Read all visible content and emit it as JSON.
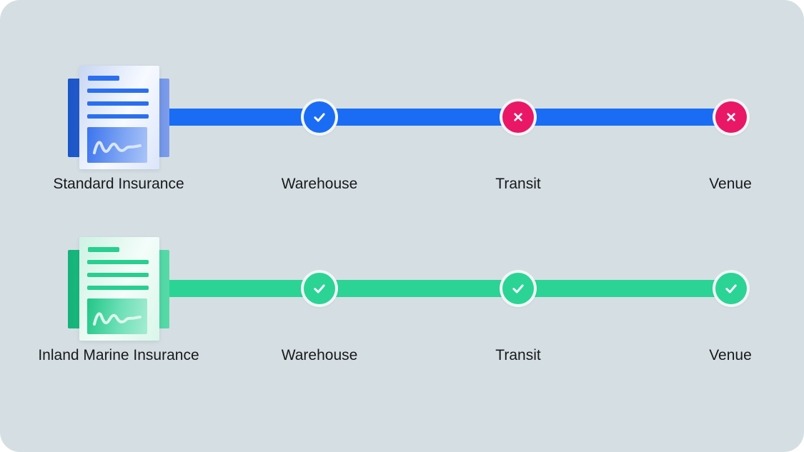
{
  "panel": {
    "background_color": "#d5dfe3"
  },
  "colors": {
    "standard_accent": "#1a6cf4",
    "inland_accent": "#2bd495",
    "not_covered": "#ea1766",
    "icon_foreground": "#ffffff"
  },
  "rows": [
    {
      "label": "Standard Insurance",
      "icon": "insurance-policy-document-icon",
      "accent": "#1a6cf4",
      "stops": [
        {
          "label": "Warehouse",
          "status": "covered",
          "icon": "check-icon",
          "color": "#1a6cf4"
        },
        {
          "label": "Transit",
          "status": "not-covered",
          "icon": "x-icon",
          "color": "#ea1766"
        },
        {
          "label": "Venue",
          "status": "not-covered",
          "icon": "x-icon",
          "color": "#ea1766"
        }
      ]
    },
    {
      "label": "Inland Marine Insurance",
      "icon": "insurance-policy-document-icon",
      "accent": "#2bd495",
      "stops": [
        {
          "label": "Warehouse",
          "status": "covered",
          "icon": "check-icon",
          "color": "#2bd495"
        },
        {
          "label": "Transit",
          "status": "covered",
          "icon": "check-icon",
          "color": "#2bd495"
        },
        {
          "label": "Venue",
          "status": "covered",
          "icon": "check-icon",
          "color": "#2bd495"
        }
      ]
    }
  ]
}
